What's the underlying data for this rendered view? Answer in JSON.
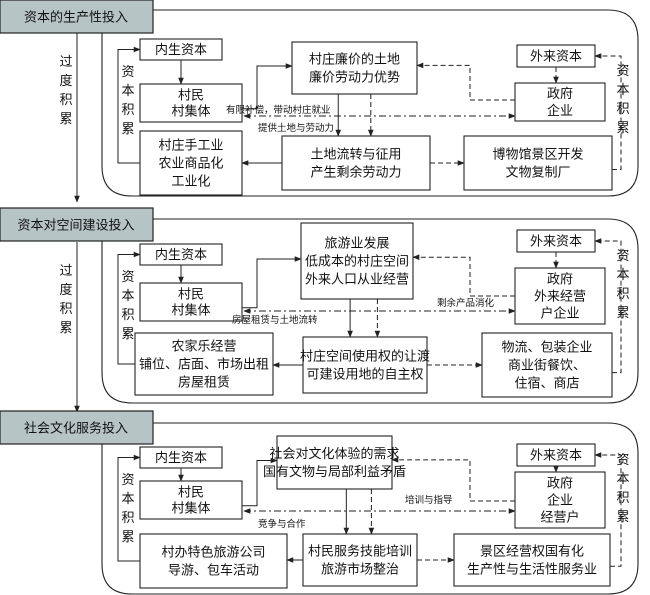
{
  "sections": [
    {
      "header": "资本的生产性投入",
      "endogenous": "内生资本",
      "villagers": [
        "村民",
        "村集体"
      ],
      "center_top": [
        "村庄廉价的土地",
        "廉价劳动力优势"
      ],
      "center_bottom": [
        "土地流转与征用",
        "产生剩余劳动力"
      ],
      "left_bottom": [
        "村庄手工业",
        "农业商品化",
        "工业化"
      ],
      "external": "外来资本",
      "gov": [
        "政府",
        "企业"
      ],
      "right_bottom": [
        "博物馆景区开发",
        "文物复制厂"
      ],
      "label_back": "有限补偿，带动村庄就业",
      "label_fwd": "提供土地与劳动力",
      "acc_left": [
        "资",
        "本",
        "积",
        "累"
      ],
      "acc_right": [
        "资",
        "本",
        "积",
        "累"
      ]
    },
    {
      "header": "资本对空间建设投入",
      "endogenous": "内生资本",
      "villagers": [
        "村民",
        "村集体"
      ],
      "center_top": [
        "旅游业发展",
        "低成本的村庄空间",
        "外来人口从业经营"
      ],
      "center_bottom": [
        "村庄空间使用权的让渡",
        "可建设用地的自主权"
      ],
      "left_bottom": [
        "农家乐经营",
        "铺位、店面、市场出租",
        "房屋租赁"
      ],
      "external": "外来资本",
      "gov": [
        "政府",
        "外来经营",
        "户企业"
      ],
      "right_bottom": [
        "物流、包装企业",
        "商业街餐饮、",
        "住宿、商店"
      ],
      "label_back": "房屋租赁与土地流转",
      "label_fwd": "剩余产品消化",
      "acc_left": [
        "资",
        "本",
        "积",
        "累"
      ],
      "acc_right": [
        "资",
        "本",
        "积",
        "累"
      ]
    },
    {
      "header": "社会文化服务投入",
      "endogenous": "内生资本",
      "villagers": [
        "村民",
        "村集体"
      ],
      "center_top": [
        "社会对文化体验的需求",
        "国有文物与局部利益矛盾"
      ],
      "center_bottom": [
        "村民服务技能培训",
        "旅游市场整治"
      ],
      "left_bottom": [
        "村办特色旅游公司",
        "导游、包车活动"
      ],
      "external": "外来资本",
      "gov": [
        "政府",
        "企业",
        "经营户"
      ],
      "right_bottom": [
        "景区经营权国有化",
        "生产性与生活性服务业"
      ],
      "label_back": "竞争与合作",
      "label_fwd": "培训与指导",
      "acc_left": [
        "资",
        "本",
        "积",
        "累"
      ],
      "acc_right": [
        "资",
        "本",
        "积",
        "累"
      ]
    }
  ],
  "over_accumulation": [
    "过",
    "度",
    "积",
    "累"
  ]
}
